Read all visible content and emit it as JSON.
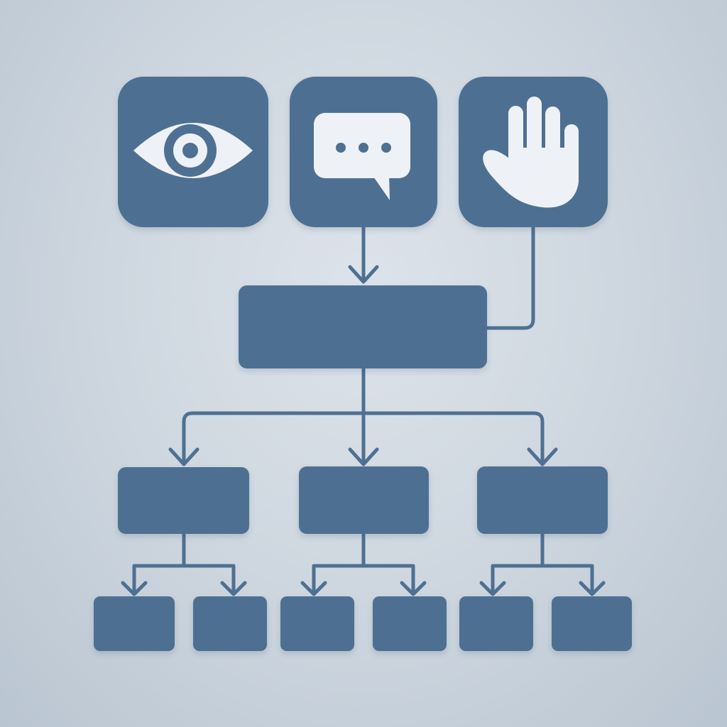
{
  "colors": {
    "box": "#4e7092",
    "line": "#4e7092",
    "glyph": "#eef1f5",
    "background": "#cfd8e1"
  },
  "inputs": [
    {
      "name": "eye-input",
      "icon": "eye-icon"
    },
    {
      "name": "speech-input",
      "icon": "speech-bubble-icon"
    },
    {
      "name": "hand-input",
      "icon": "hand-icon"
    }
  ],
  "hub": {
    "name": "central-node"
  },
  "tiers": {
    "level2_count": 3,
    "level3_per_parent": 2
  }
}
